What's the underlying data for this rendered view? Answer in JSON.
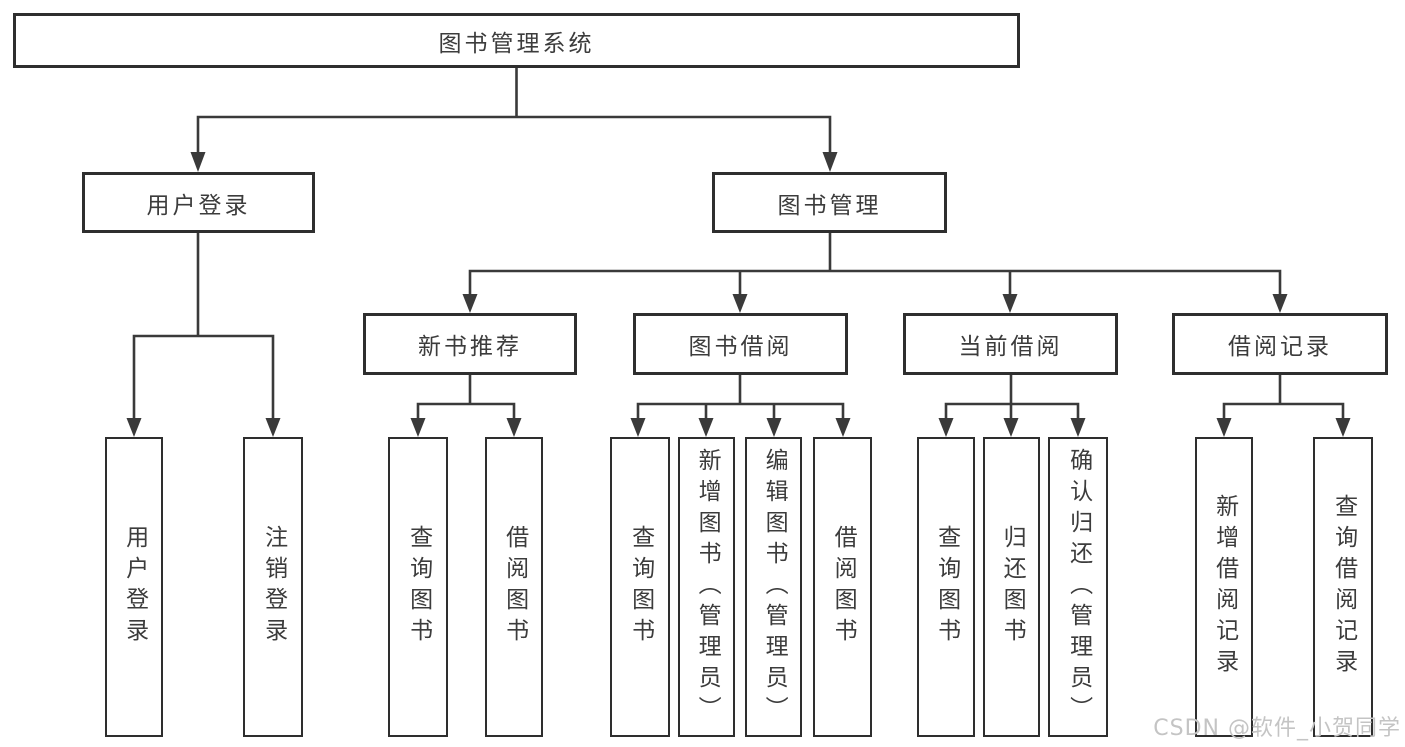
{
  "diagram": {
    "root": "图书管理系统",
    "level2": {
      "user_login": "用户登录",
      "book_management": "图书管理"
    },
    "level3": {
      "new_book_rec": "新书推荐",
      "book_borrow": "图书借阅",
      "current_borrow": "当前借阅",
      "borrow_records": "借阅记录"
    },
    "leaves": {
      "user_login": [
        "用户登录",
        "注销登录"
      ],
      "new_book_rec": [
        "查询图书",
        "借阅图书"
      ],
      "book_borrow": [
        "查询图书",
        "新增图书（管理员）",
        "编辑图书（管理员）",
        "借阅图书"
      ],
      "current_borrow": [
        "查询图书",
        "归还图书",
        "确认归还（管理员）"
      ],
      "borrow_records": [
        "新增借阅记录",
        "查询借阅记录"
      ]
    }
  },
  "watermark": "CSDN @软件_小贺同学",
  "colors": {
    "line": "#3a3a3a",
    "border": "#2e2e2e",
    "text": "#3c3c3c",
    "watermark": "#c4c4c4",
    "background": "#ffffff"
  }
}
